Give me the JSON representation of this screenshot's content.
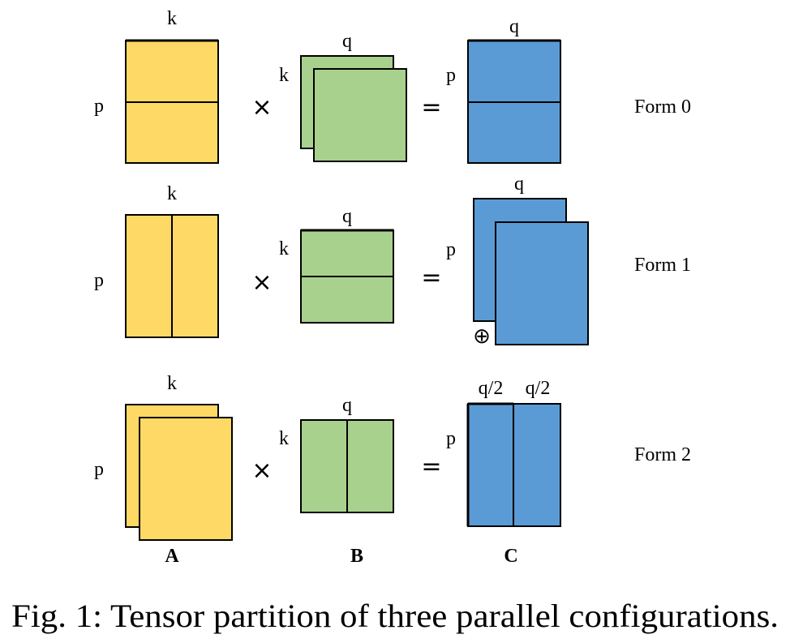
{
  "colors": {
    "A": "#FFD966",
    "B": "#A9D18E",
    "C": "#5B9BD5"
  },
  "ops": {
    "times": "×",
    "equals": "=",
    "oplus": "⊕"
  },
  "dims": {
    "k": "k",
    "p": "p",
    "q": "q",
    "q_half": "q/2"
  },
  "forms": [
    "Form 0",
    "Form 1",
    "Form 2"
  ],
  "matrix_labels": {
    "A": "A",
    "B": "B",
    "C": "C"
  },
  "caption": "Fig. 1: Tensor partition of three parallel configurations."
}
